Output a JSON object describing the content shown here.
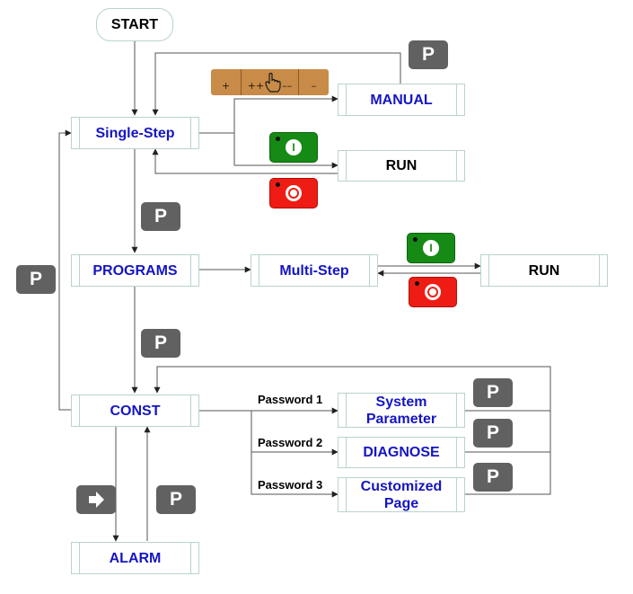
{
  "nodes": {
    "start": "START",
    "single_step": "Single-Step",
    "manual": "MANUAL",
    "run_top": "RUN",
    "programs": "PROGRAMS",
    "multi_step": "Multi-Step",
    "run_right": "RUN",
    "const": "CONST",
    "system_parameter": [
      "System",
      "Parameter"
    ],
    "diagnose": "DIAGNOSE",
    "customized_page": [
      "Customized",
      "Page"
    ],
    "alarm": "ALARM"
  },
  "keys": {
    "p_key": "P",
    "on_symbol": "I"
  },
  "jog_keys": [
    "+",
    "++",
    "––",
    "–"
  ],
  "passwords": [
    "Password 1",
    "Password 2",
    "Password 3"
  ],
  "colors": {
    "node_text": "#1515c2",
    "key": "#616161",
    "start_button": "#158a15",
    "stop_button": "#ee1c14",
    "jog_keypad": "#c88b48",
    "node_border": "#b9d3cf"
  },
  "icons": [
    "hand-pointer-icon",
    "right-arrow-icon",
    "start-button-icon",
    "stop-button-icon"
  ]
}
